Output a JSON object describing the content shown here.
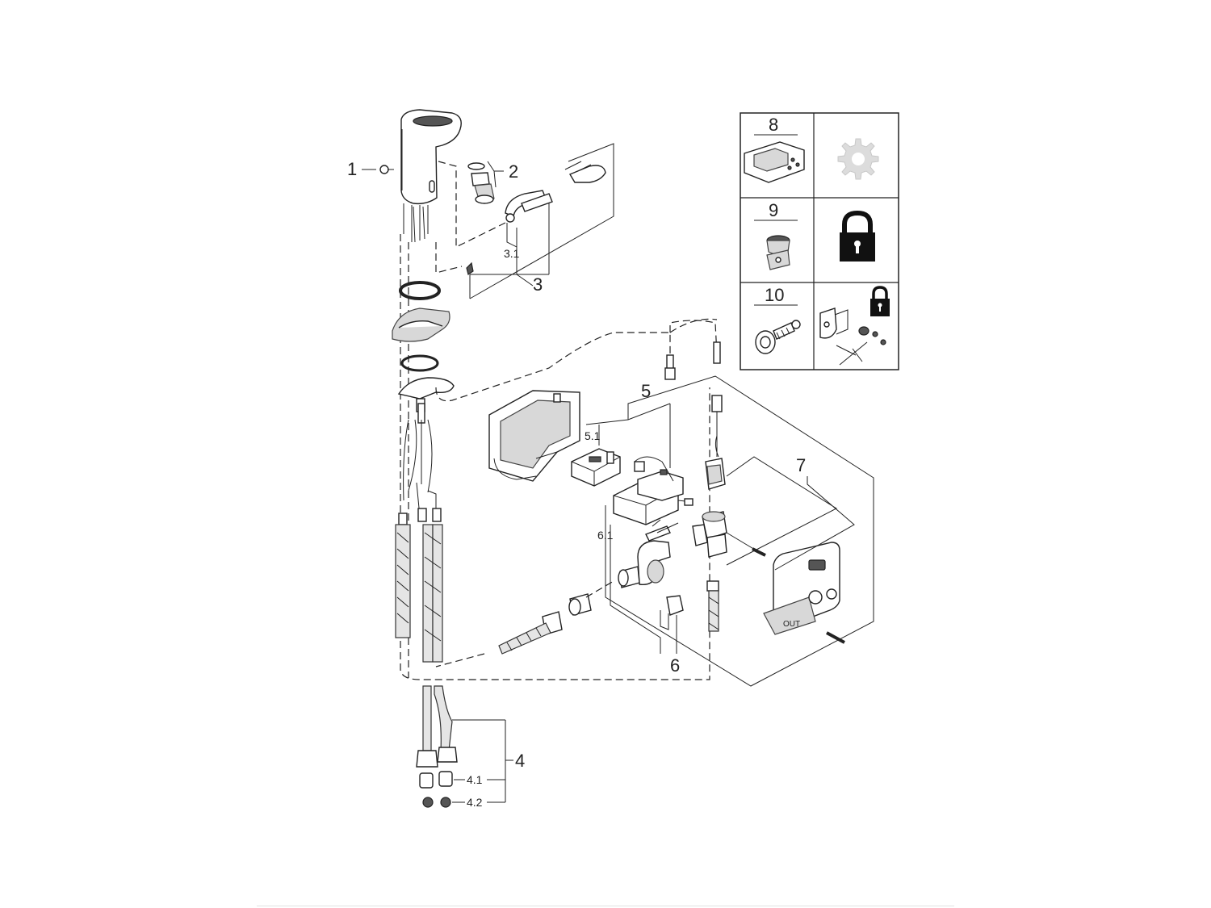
{
  "labels": {
    "p1": "1",
    "p2": "2",
    "p3": "3",
    "p3_1": "3.1",
    "p4": "4",
    "p4_1": "4.1",
    "p4_2": "4.2",
    "p5": "5",
    "p5_1": "5.1",
    "p6": "6",
    "p6_1": "6.1",
    "p7": "7"
  },
  "legend": {
    "rows": [
      {
        "number": "8",
        "icon": "settings-gear-icon"
      },
      {
        "number": "9",
        "icon": "padlock-icon"
      },
      {
        "number": "10",
        "icon": "padlock-icon"
      }
    ]
  },
  "panel_text": {
    "out": "OUT"
  },
  "colors": {
    "line": "#222222",
    "part_fill": "#ffffff",
    "shade": "#d8d8d8",
    "gear": "#dcdcdc"
  }
}
